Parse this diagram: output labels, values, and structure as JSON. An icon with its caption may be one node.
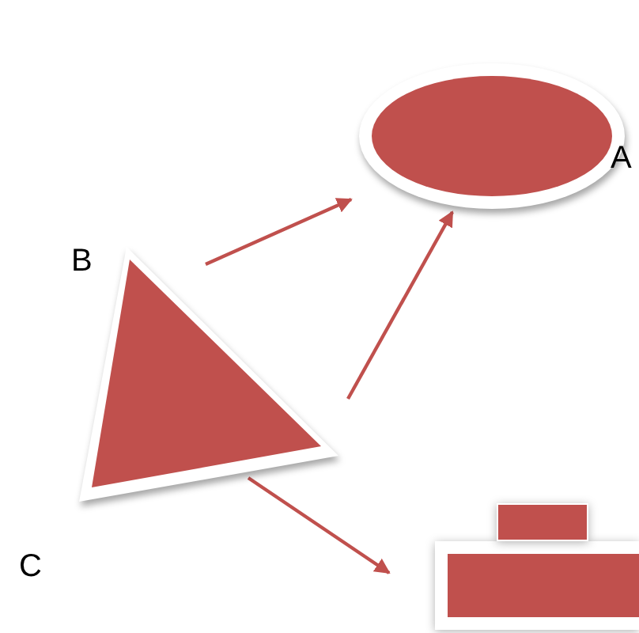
{
  "diagram": {
    "nodes": [
      {
        "text": [],
        "shape": "ellipse",
        "beside": [
          "A"
        ]
      },
      {
        "text": [],
        "shape": "triangle",
        "beside": [
          "B"
        ]
      },
      {
        "text": [],
        "shape": "box"
      },
      {
        "text": [],
        "shape": "box"
      }
    ],
    "edges": [
      {
        "from": 1,
        "to": 0,
        "arrow": "to"
      },
      {
        "from": 1,
        "to": 0,
        "arrow": "to"
      },
      {
        "from": 1,
        "to": 3,
        "arrow": "to"
      }
    ],
    "labels": [
      "C"
    ]
  }
}
